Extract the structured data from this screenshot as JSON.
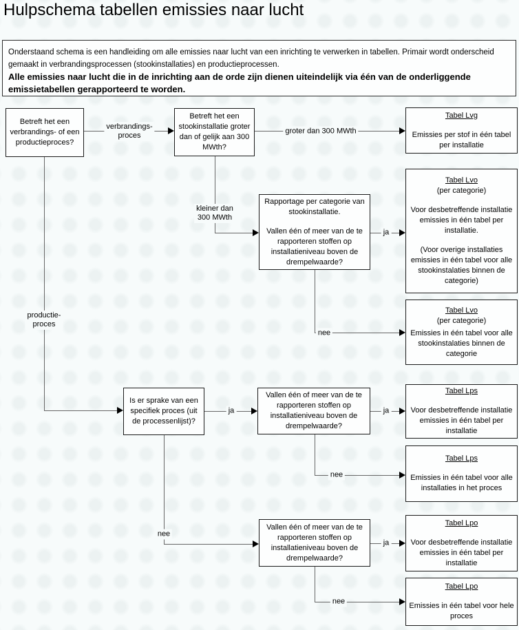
{
  "page": {
    "title": "Hulpschema tabellen emissies naar lucht"
  },
  "intro": {
    "normal": "Onderstaand schema is een handleiding om alle emissies naar lucht van een inrichting te verwerken in tabellen. Primair wordt onderscheid gemaakt in verbrandingsprocessen (stookinstallaties) en productieprocessen.",
    "bold": "Alle emissies naar lucht die in de inrichting aan de orde zijn dienen uiteindelijk via één van de onderliggende emissietabellen gerapporteerd te worden."
  },
  "nodes": {
    "q_process": {
      "text": "Betreft het een verbrandings- of een productieproces?"
    },
    "q_stook300": {
      "text": "Betreft het een stookinstallatie groter dan of gelijk aan 300 MWth?"
    },
    "t_lvg": {
      "title": "Tabel Lvg",
      "body": "Emissies per stof in één tabel per installatie"
    },
    "q_categorie": {
      "para1": "Rapportage per categorie van stookinstallatie.",
      "para2": "Vallen één of meer van de te rapporteren stoffen op installatieniveau boven de drempelwaarde?"
    },
    "t_lvo_ja": {
      "title": "Tabel Lvo",
      "subtitle": "(per categorie)",
      "para1": "Voor desbetreffende installatie emissies in één tabel per installatie.",
      "para2": "(Voor overige installaties emissies in één tabel voor alle stookinstalaties binnen de categorie)"
    },
    "t_lvo_nee": {
      "title": "Tabel Lvo",
      "subtitle": "(per categorie)",
      "body": "Emissies in één tabel voor alle stookinstalaties binnen de categorie"
    },
    "q_specifiek": {
      "text": "Is er sprake van een specifiek proces (uit de processenlijst)?"
    },
    "q_drempel_lps": {
      "text": "Vallen één of meer van de te rapporteren stoffen op installatieniveau boven de drempelwaarde?"
    },
    "t_lps_ja": {
      "title": "Tabel Lps",
      "body": "Voor desbetreffende installatie emissies in één tabel per installatie"
    },
    "t_lps_nee": {
      "title": "Tabel Lps",
      "body": "Emissies in één tabel voor alle installaties in het proces"
    },
    "q_drempel_lpo": {
      "text": "Vallen één of meer van de te rapporteren stoffen op installatieniveau boven de drempelwaarde?"
    },
    "t_lpo_ja": {
      "title": "Tabel Lpo",
      "body": "Voor desbetreffende installatie emissies in één tabel per installatie"
    },
    "t_lpo_nee": {
      "title": "Tabel Lpo",
      "body": "Emissies in één tabel voor hele proces"
    }
  },
  "edges": {
    "verbranding_line1": "verbrandings-",
    "verbranding_line2": "proces",
    "productie_line1": "productie-",
    "productie_line2": "proces",
    "groter": "groter dan 300 MWth",
    "kleiner_line1": "kleiner dan",
    "kleiner_line2": "300 MWth",
    "ja": "ja",
    "nee": "nee"
  },
  "colors": {
    "background": "#f7fbfb",
    "box_border": "#1a1a1a",
    "connector": "#666666",
    "box_fill": "#fdfefe"
  }
}
